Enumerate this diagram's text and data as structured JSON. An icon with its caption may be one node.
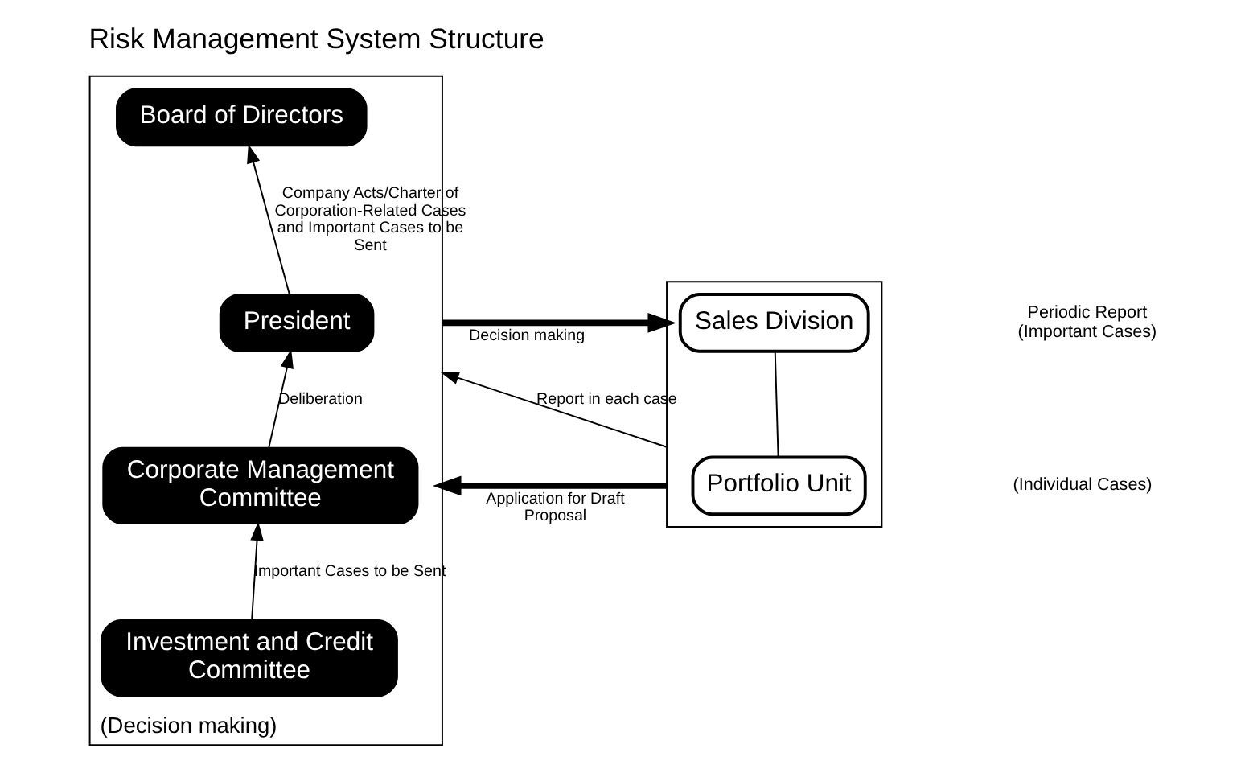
{
  "diagram": {
    "title": "Risk Management System Structure",
    "nodes": [
      {
        "text": [
          "(Decision making)"
        ]
      },
      {
        "text": [
          "Board of Directors"
        ],
        "in": 0
      },
      {
        "text": [
          "President"
        ],
        "in": 0
      },
      {
        "text": [
          "Corporate Management Committee"
        ],
        "in": 0
      },
      {
        "text": [
          "Investment and Credit Committee"
        ],
        "in": 0
      },
      {
        "text": [],
        "shape": "box"
      },
      {
        "text": [
          "Sales Division"
        ],
        "in": 5
      },
      {
        "text": [
          "Portfolio Unit"
        ],
        "in": 5
      }
    ],
    "edges": [
      {
        "from": 2,
        "to": 1,
        "arrow": "to",
        "label": "Company Acts/Charter of Corporation-Related Cases and Important Cases to be Sent"
      },
      {
        "from": 3,
        "to": 2,
        "arrow": "to",
        "label": "Deliberation"
      },
      {
        "from": 4,
        "to": 3,
        "arrow": "to",
        "label": "Important Cases to be Sent"
      },
      {
        "from": 6,
        "to": 7,
        "arrow": "none"
      },
      {
        "from": 0,
        "to": 5,
        "arrow": "to",
        "label": "Decision making",
        "style": "thick"
      },
      {
        "from": 5,
        "to": 0,
        "arrow": "to",
        "label": "Report in each case"
      },
      {
        "from": 5,
        "to": 0,
        "arrow": "to",
        "label": "Application for Draft Proposal",
        "style": "thick"
      }
    ],
    "labels": [
      "Periodic Report (Important Cases)",
      "(Individual Cases)"
    ]
  }
}
